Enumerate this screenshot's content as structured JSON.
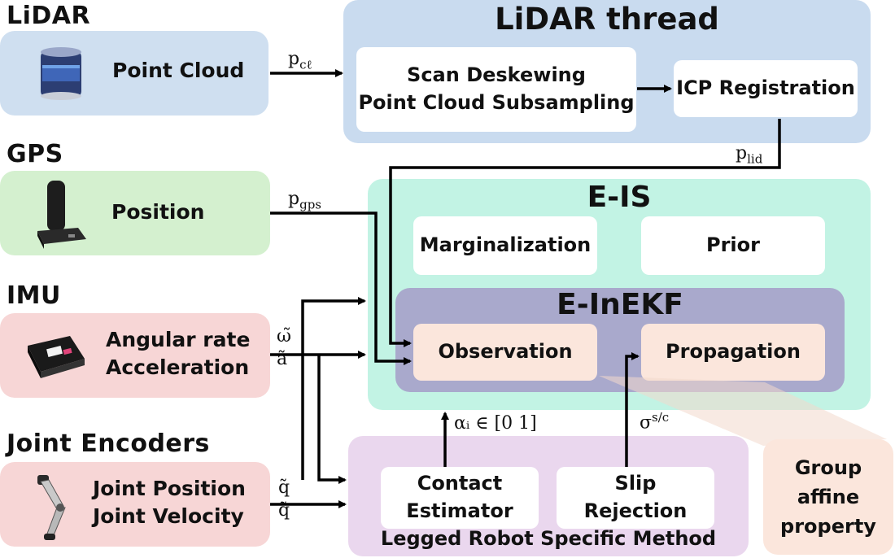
{
  "sensors": {
    "lidar": {
      "title": "LiDAR",
      "output": "Point Cloud",
      "device_icon": "lidar-sensor-icon"
    },
    "gps": {
      "title": "GPS",
      "output": "Position",
      "device_icon": "gps-receiver-icon"
    },
    "imu": {
      "title": "IMU",
      "output_lines": [
        "Angular rate",
        "Acceleration"
      ],
      "device_icon": "imu-board-icon"
    },
    "encoders": {
      "title": "Joint Encoders",
      "output_lines": [
        "Joint Position",
        "Joint Velocity"
      ],
      "device_icon": "robot-leg-icon"
    }
  },
  "lidar_thread": {
    "title": "LiDAR thread",
    "preprocess_lines": [
      "Scan Deskewing",
      "Point Cloud Subsampling"
    ],
    "registration": "ICP Registration"
  },
  "eis": {
    "title": "E-IS",
    "marginalization": "Marginalization",
    "prior": "Prior",
    "inekf": {
      "title": "E-InEKF",
      "observation": "Observation",
      "propagation": "Propagation"
    }
  },
  "legged": {
    "title": "Legged Robot Specific Method",
    "contact_lines": [
      "Contact",
      "Estimator"
    ],
    "slip_lines": [
      "Slip",
      "Rejection"
    ]
  },
  "callout": {
    "lines": [
      "Group",
      "affine",
      "property"
    ]
  },
  "signals": {
    "p_cl": {
      "base": "p",
      "sub": "cℓ"
    },
    "p_gps": {
      "base": "p",
      "sub": "gps"
    },
    "p_lid": {
      "base": "p",
      "sub": "lid"
    },
    "omega": "ω̃",
    "accel": "ã",
    "q": "q̃",
    "qdot": "q̃̇",
    "alpha": "αᵢ ∈ [0 1]",
    "sigma": {
      "base": "σ",
      "sup": "s/c"
    }
  },
  "colors": {
    "lidar_panel": "#cfdff0",
    "gps_panel": "#d4f0cf",
    "imu_panel": "#f7d6d6",
    "thread_panel": "#c9dbef",
    "eis_panel": "#c2f3e4",
    "inekf_panel": "#a9a9cc",
    "observation_box": "#fbe6dc",
    "legged_panel": "#ead7ee",
    "callout": "#fbe6dc"
  }
}
